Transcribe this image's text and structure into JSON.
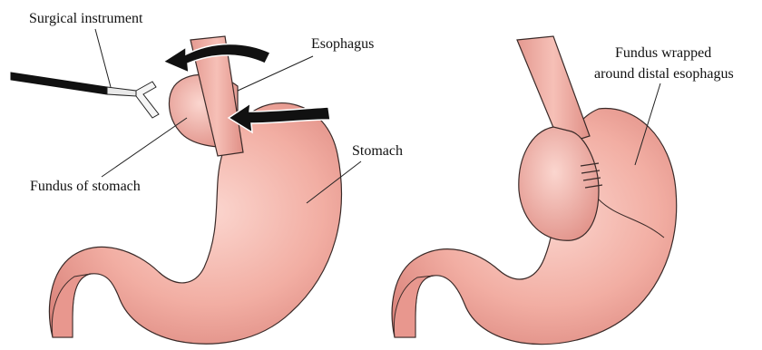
{
  "figure": {
    "labels": {
      "surgical_instrument": "Surgical instrument",
      "esophagus": "Esophagus",
      "fundus_of_stomach": "Fundus of stomach",
      "stomach": "Stomach",
      "fundus_wrapped_line1": "Fundus wrapped",
      "fundus_wrapped_line2": "around distal esophagus"
    },
    "colors": {
      "stomach": "#f0a69b",
      "stomach_shadow": "#d9827a",
      "highlight": "#fbd6cf",
      "outline": "#3a2a28",
      "arrow": "#111111",
      "instrument": "#111111"
    }
  }
}
